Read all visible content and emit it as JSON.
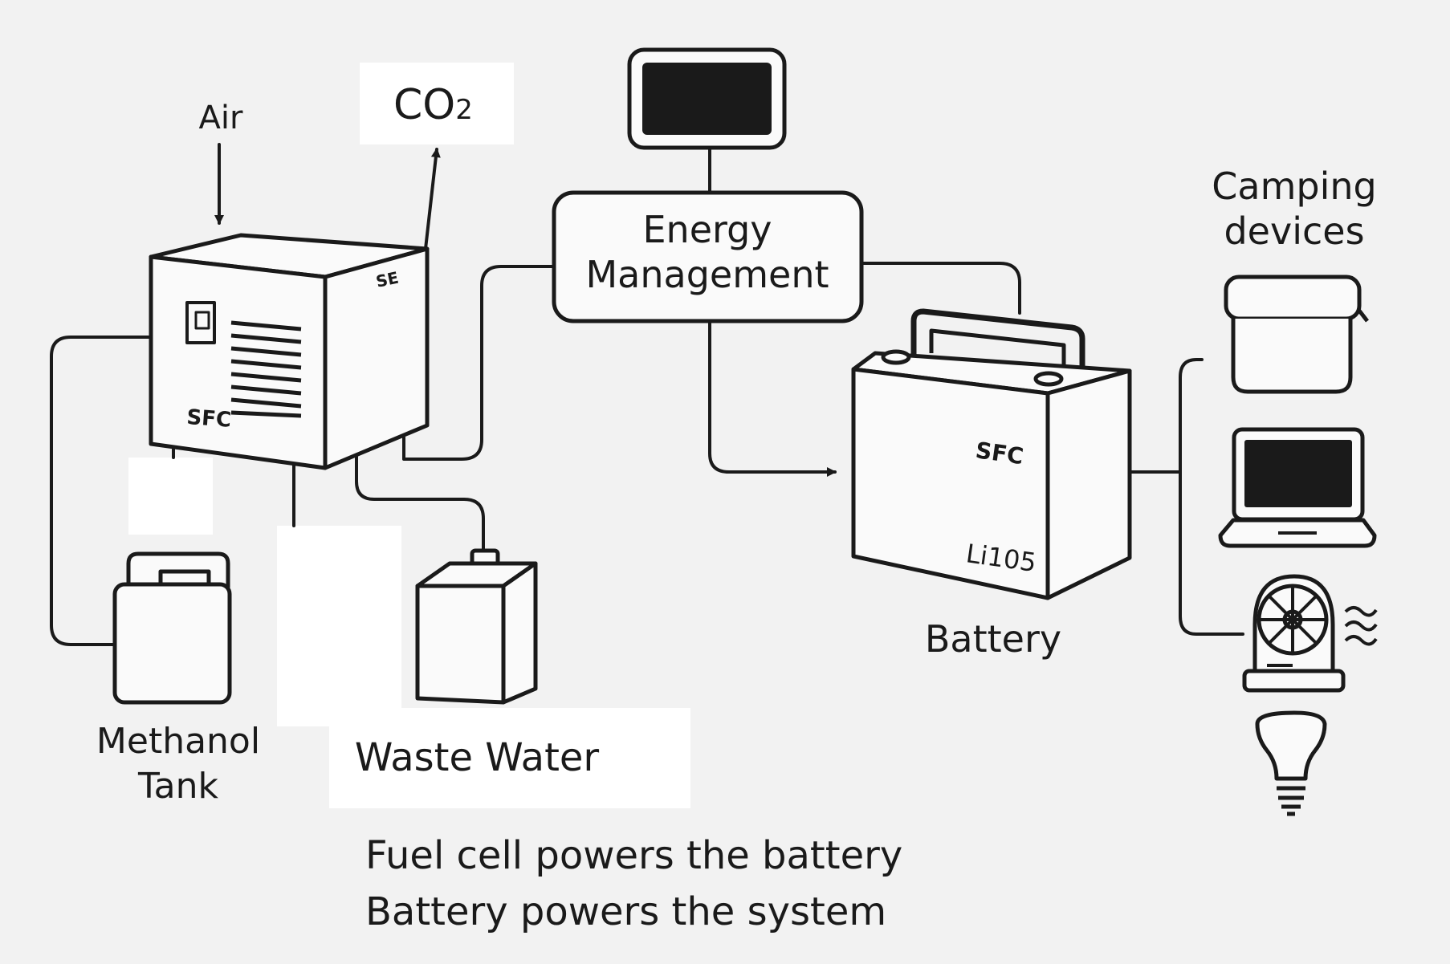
{
  "labels": {
    "air": "Air",
    "co2": "CO",
    "co2_sub": "2",
    "energy_line1": "Energy",
    "energy_line2": "Management",
    "camping_line1": "Camping",
    "camping_line2": "devices",
    "methanol_line1": "Methanol",
    "methanol_line2": "Tank",
    "waste_water": "Waste Water",
    "battery": "Battery",
    "caption_line1": "Fuel cell powers the battery",
    "caption_line2": "Battery powers the system"
  },
  "markings": {
    "fuel_cell_brand": "SFC",
    "fuel_cell_corner": "SE",
    "battery_brand": "SFC",
    "battery_model": "Li105"
  },
  "colors": {
    "background": "#f2f2f2",
    "stroke": "#1a1a1a",
    "screen": "#1a1a1a",
    "label_box": "#ffffff"
  }
}
